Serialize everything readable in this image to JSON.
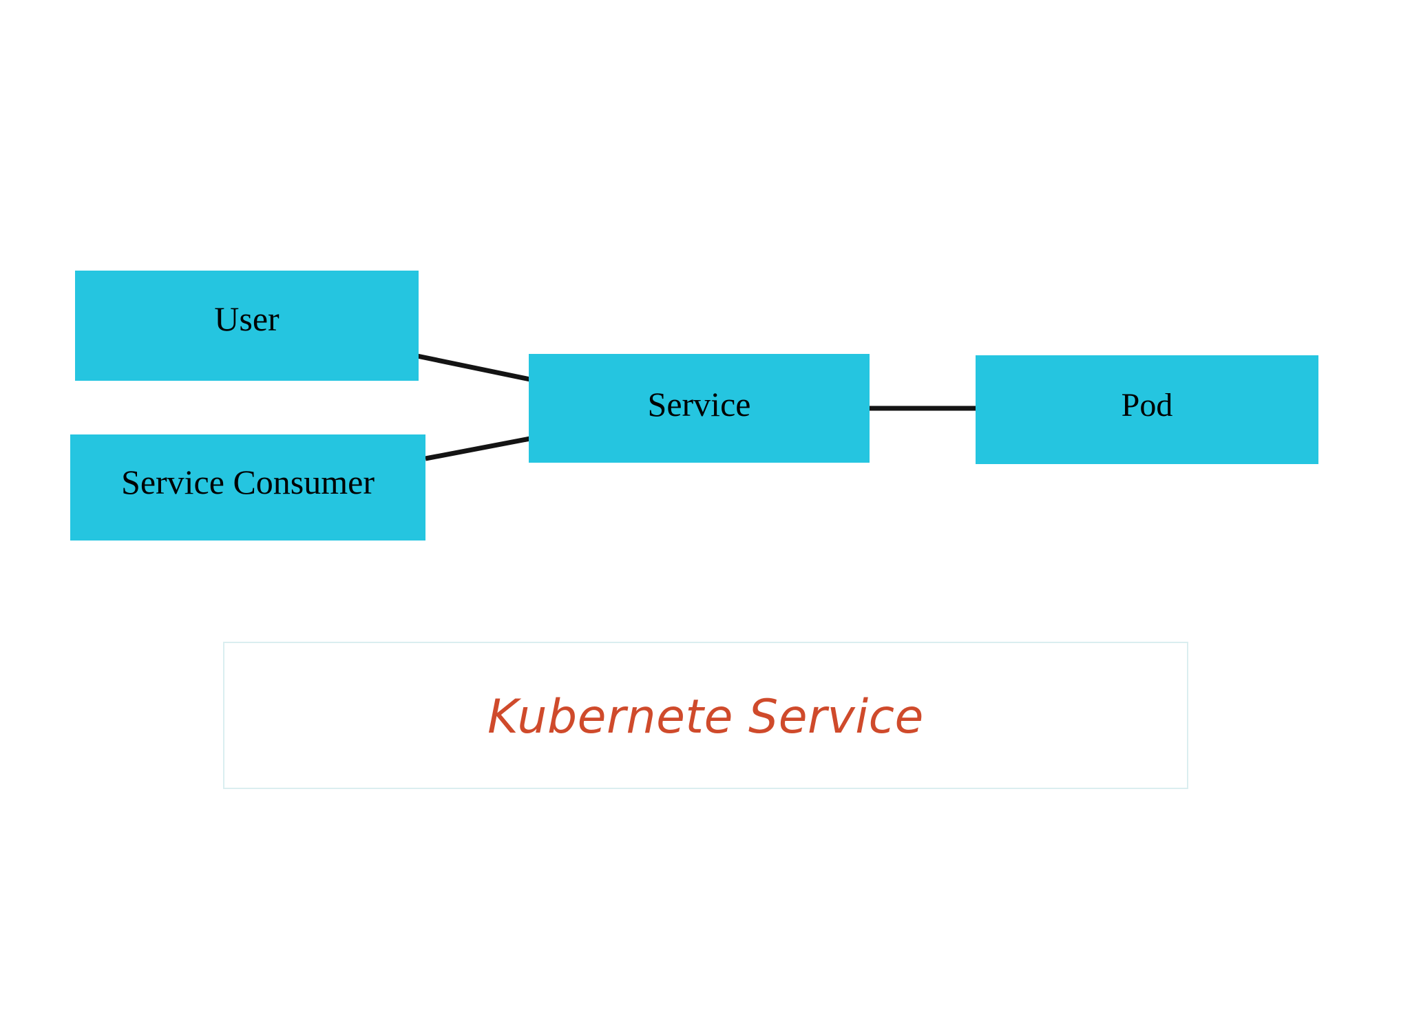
{
  "diagram": {
    "title": "Kubernete Service",
    "background_color": "#ffffff",
    "node_fill_color": "#25c5e0",
    "node_text_color": "#000000",
    "connector_color": "#141414",
    "nodes": [
      {
        "id": "user",
        "label": "User"
      },
      {
        "id": "service-consumer",
        "label": "Service Consumer"
      },
      {
        "id": "service",
        "label": "Service"
      },
      {
        "id": "pod",
        "label": "Pod"
      }
    ],
    "connectors": [
      {
        "from": "user",
        "to": "service"
      },
      {
        "from": "service-consumer",
        "to": "service"
      },
      {
        "from": "service",
        "to": "pod"
      }
    ]
  },
  "caption": {
    "text": "Kubernete Service",
    "text_color": "#cf4a2b",
    "border_color": "#daeef0"
  }
}
